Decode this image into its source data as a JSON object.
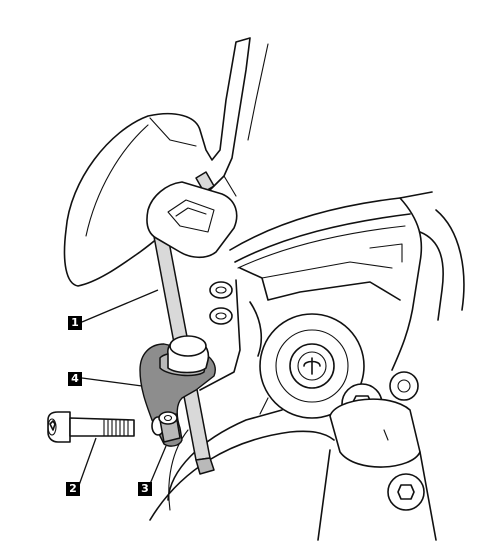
{
  "callouts": [
    {
      "id": "1",
      "label": "1",
      "part": "stay-rod"
    },
    {
      "id": "2",
      "label": "2",
      "part": "socket-bolt"
    },
    {
      "id": "3",
      "label": "3",
      "part": "spacer"
    },
    {
      "id": "4",
      "label": "4",
      "part": "bracket"
    }
  ],
  "colors": {
    "line": "#111111",
    "part_fill_light": "#d9d9d9",
    "part_fill_mid": "#b9b9b9",
    "part_fill_dark": "#8d8d8d",
    "callout_box": "#000000",
    "callout_text": "#ffffff"
  }
}
